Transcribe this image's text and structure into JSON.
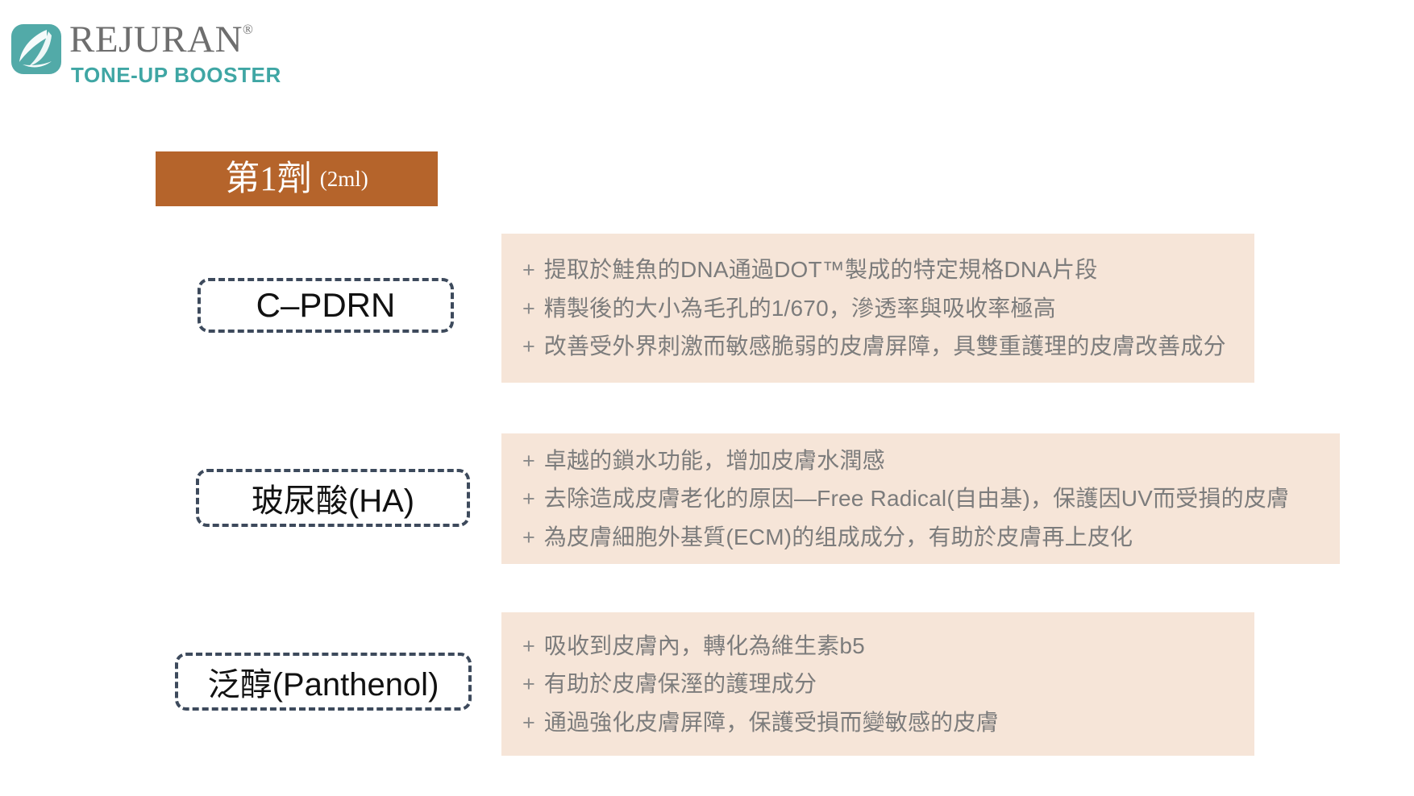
{
  "brand": {
    "logo_icon": "rejuran-leaf-logo",
    "wordmark": "REJURAN",
    "registered_mark": "®",
    "tagline": "TONE-UP BOOSTER",
    "mark_color": "#52aaa8",
    "wordmark_color": "#6e6e6e",
    "tagline_color": "#3fa6a4"
  },
  "heading": {
    "title": "第1劑",
    "volume": "(2ml)",
    "background_color": "#b5642b",
    "text_color": "#ffffff"
  },
  "palette": {
    "panel_background": "#f6e5d8",
    "chip_border": "#3d4a5c",
    "body_text": "#7c7c7c",
    "chip_text": "#111111"
  },
  "sections": [
    {
      "chip_label": "C–PDRN",
      "bullet_marker": "+",
      "bullets": [
        "提取於鮭魚的DNA通過DOT™製成的特定規格DNA片段",
        "精製後的大小為毛孔的1/670，滲透率與吸收率極高",
        "改善受外界刺激而敏感脆弱的皮膚屏障，具雙重護理的皮膚改善成分"
      ]
    },
    {
      "chip_label": "玻尿酸(HA)",
      "bullet_marker": "+",
      "bullets": [
        "卓越的鎖水功能，增加皮膚水潤感",
        "去除造成皮膚老化的原因—Free Radical(自由基)，保護因UV而受損的皮膚",
        "為皮膚細胞外基質(ECM)的组成成分，有助於皮膚再上皮化"
      ]
    },
    {
      "chip_label": "泛醇(Panthenol)",
      "bullet_marker": "+",
      "bullets": [
        "吸收到皮膚內，轉化為維生素b5",
        "有助於皮膚保溼的護理成分",
        "通過強化皮膚屏障，保護受損而變敏感的皮膚"
      ]
    }
  ]
}
